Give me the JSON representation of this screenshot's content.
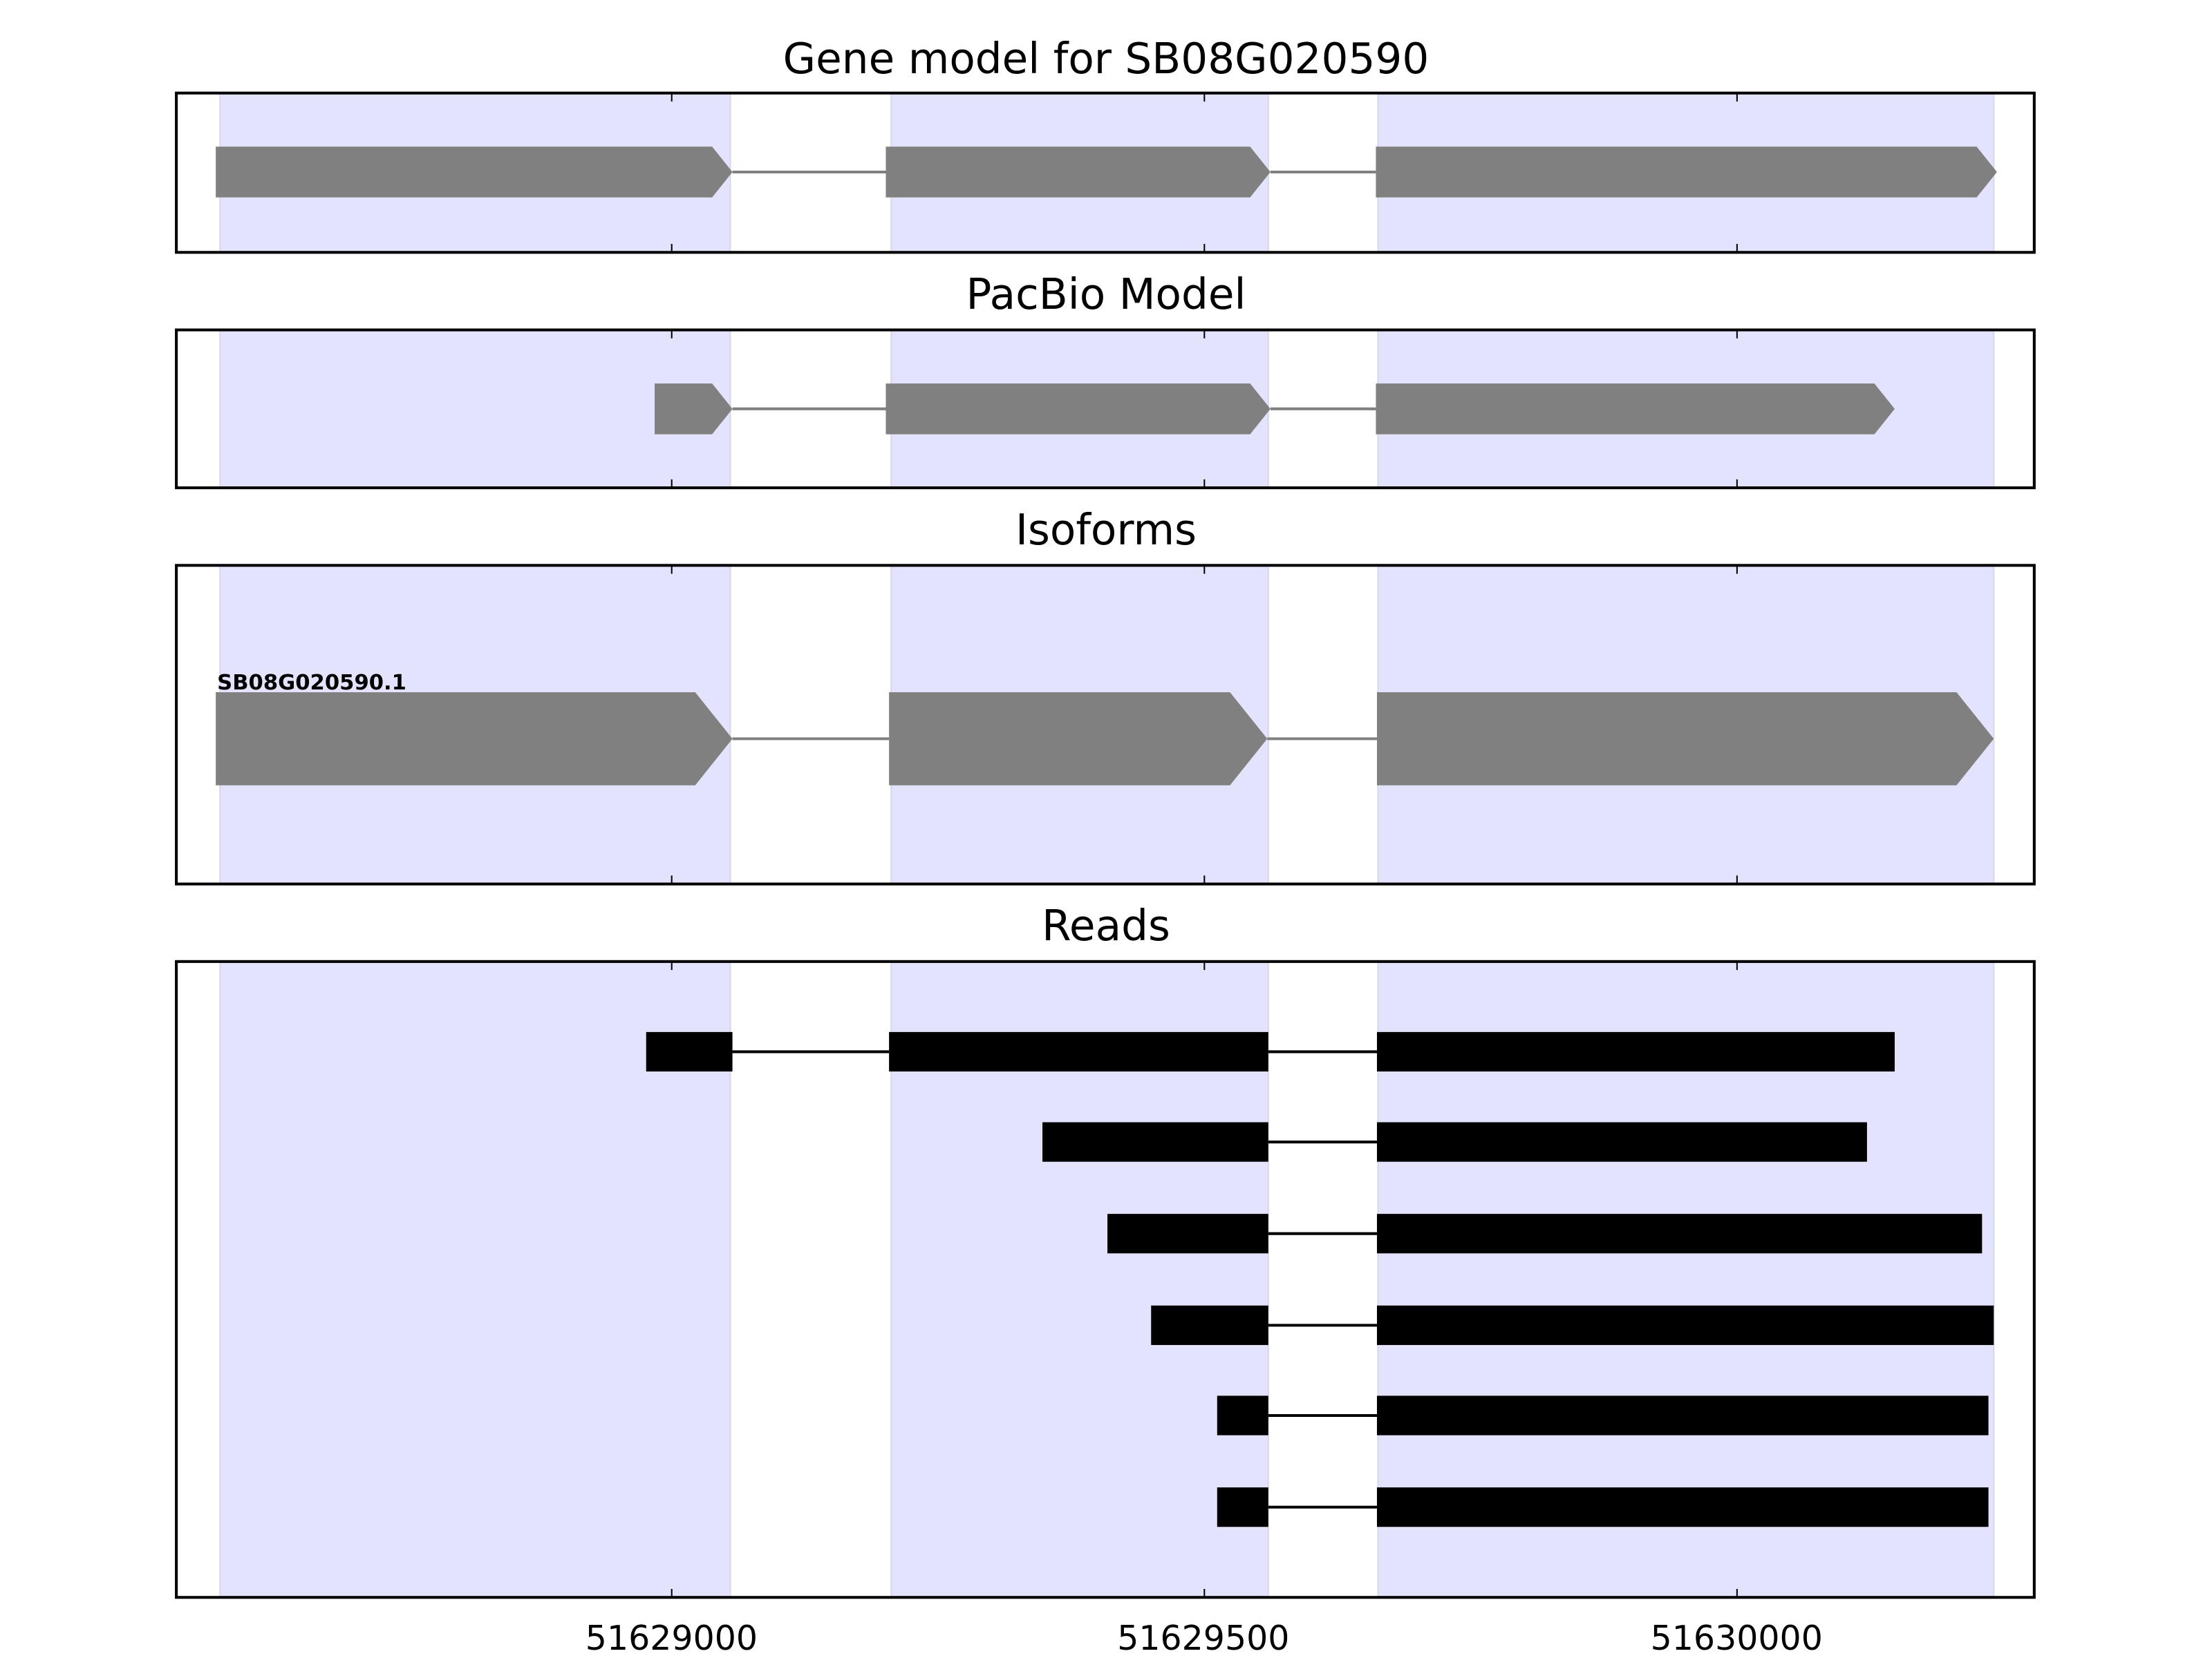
{
  "chart_data": {
    "type": "gene-track",
    "xlim": [
      51628535,
      51630279
    ],
    "x_ticks": [
      51629000,
      51629500,
      51630000
    ],
    "x_tick_labels": [
      "51629000",
      "51629500",
      "51630000"
    ],
    "exon_regions": [
      [
        51628576,
        51629055
      ],
      [
        51629206,
        51629560
      ],
      [
        51629663,
        51630241
      ]
    ],
    "colors": {
      "exon_shade": "#e3e3fd",
      "model": "#808080",
      "read": "#000000"
    },
    "panels": [
      {
        "title": "Gene model for SB08G020590",
        "kind": "arrow",
        "features": [
          {
            "exons": [
              [
                51628572,
                51629057
              ],
              [
                51629201,
                51629562
              ],
              [
                51629661,
                51630244
              ]
            ]
          }
        ]
      },
      {
        "title": "PacBio Model",
        "kind": "arrow",
        "features": [
          {
            "exons": [
              [
                51628984,
                51629057
              ],
              [
                51629201,
                51629562
              ],
              [
                51629661,
                51630148
              ]
            ]
          }
        ]
      },
      {
        "title": "Isoforms",
        "kind": "arrow",
        "features": [
          {
            "label": "SB08G020590.1",
            "exons": [
              [
                51628572,
                51629057
              ],
              [
                51629204,
                51629559
              ],
              [
                51629662,
                51630241
              ]
            ]
          }
        ]
      },
      {
        "title": "Reads",
        "kind": "read",
        "features": [
          {
            "exons": [
              [
                51628976,
                51629057
              ],
              [
                51629204,
                51629560
              ],
              [
                51629662,
                51630148
              ]
            ]
          },
          {
            "exons": [
              [
                51629348,
                51629560
              ],
              [
                51629662,
                51630122
              ]
            ]
          },
          {
            "exons": [
              [
                51629409,
                51629560
              ],
              [
                51629662,
                51630230
              ]
            ]
          },
          {
            "exons": [
              [
                51629450,
                51629560
              ],
              [
                51629662,
                51630241
              ]
            ]
          },
          {
            "exons": [
              [
                51629512,
                51629560
              ],
              [
                51629662,
                51630236
              ]
            ]
          },
          {
            "exons": [
              [
                51629512,
                51629560
              ],
              [
                51629662,
                51630236
              ]
            ]
          }
        ]
      }
    ]
  }
}
